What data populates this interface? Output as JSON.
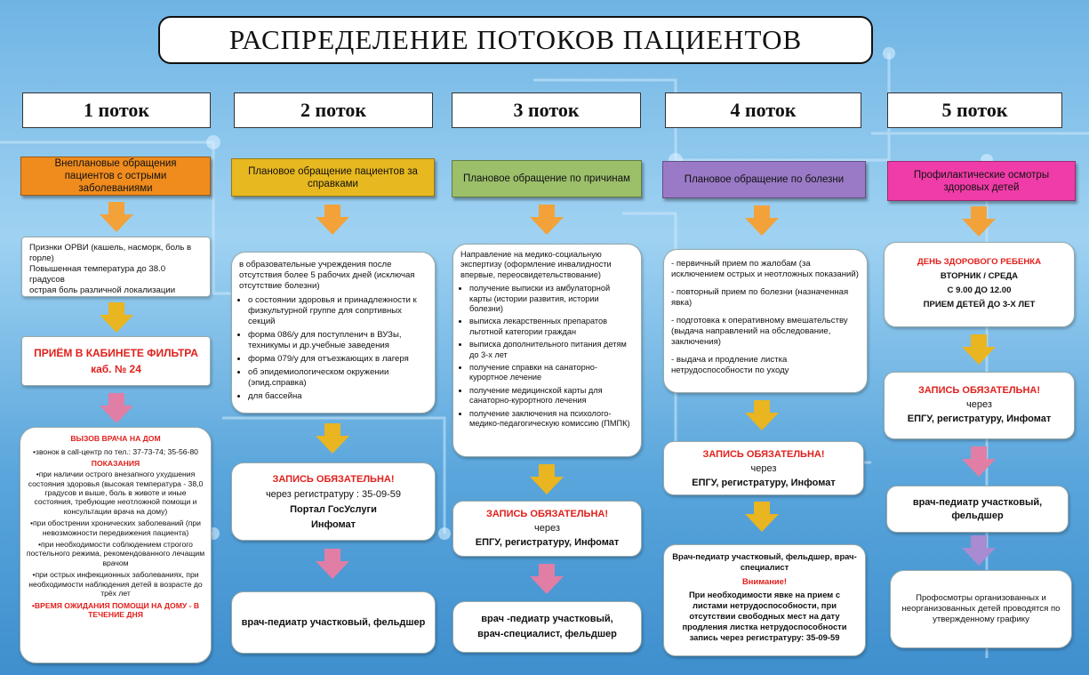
{
  "title": "РАСПРЕДЕЛЕНИЕ ПОТОКОВ ПАЦИЕНТОВ",
  "flows": [
    {
      "label": "1 поток",
      "category": "Внеплановые обращения пациентов с острыми заболеваниями",
      "color": "#f08c1e",
      "symptoms": [
        "Признки ОРВИ (кашель, насморк, боль в горле)",
        "Повышенная температура до 38.0 градусов",
        "острая боль различной локализации"
      ],
      "filter": {
        "line1": "ПРИЁМ В КАБИНЕТЕ ФИЛЬТРА",
        "line2": "каб. № 24"
      },
      "home_call": {
        "title": "ВЫЗОВ ВРАЧА НА ДОМ",
        "phone": "•звонок в call-центр по тел.: 37-73-74; 35-56-80",
        "indications_title": "ПОКАЗАНИЯ",
        "items": [
          "•при наличии острого внезапного ухудшения состояния здоровья (высокая температура - 38,0 градусов и выше, боль в животе и иные состояния, требующие неотложной помощи и консультации врача на дому)",
          "•при обострении хронических заболеваний (при невозможности передвижения пациента)",
          "•при необходимости соблюдением строгого постельного режима, рекомендованного лечащим врачом",
          "•при острых инфекционных заболеваниях, при необходимости наблюдения детей в возрасте до трёх лет"
        ],
        "wait": "•ВРЕМЯ ОЖИДАНИЯ ПОМОЩИ НА ДОМУ - В ТЕЧЕНИЕ ДНЯ"
      }
    },
    {
      "label": "2 поток",
      "category": "Плановое обращение пациентов за справками",
      "color": "#e8b820",
      "intro": "в образовательные учреждения после отсутствия более 5 рабочих дней (исключая отсутствие болезни)",
      "items": [
        "о состоянии здоровья и принадлежности к физкультурной группе для сопртивных секций",
        "форма 086/у для поступленич в ВУЗы, техникумы и др.учебные заведения",
        "форма 079/у для отъезжающих в лагеря",
        "об эпидемиологическом окружении (эпид.справка)",
        "для бассейна"
      ],
      "record": {
        "title": "ЗАПИСЬ ОБЯЗАТЕЛЬНА!",
        "line1": "через регистратуру : 35-09-59",
        "line2": "Портал ГосУслуги",
        "line3": "Инфомат"
      },
      "doctor": "врач-педиатр участковый, фельдшер"
    },
    {
      "label": "3 поток",
      "category": "Плановое обращение по причинам",
      "color": "#9cbf6a",
      "intro": "Направление на медико-социальную экспертизу (оформление инвалидности впервые, переосвидетельствование)",
      "items": [
        "получение выписки из амбулаторной карты (истории развития, истории болезни)",
        "выписка лекарственных препаратов льготной категории граждан",
        "выписка дополнительного питания детям до 3-х лет",
        "получение справки на санаторно-курортное лечение",
        "получение медицинской карты для санаторно-курортного лечения",
        "получение заключения на психолого-медико-педагогическую комиссию (ПМПК)"
      ],
      "record": {
        "title": "ЗАПИСЬ ОБЯЗАТЕЛЬНА!",
        "line1": "через",
        "line2": "ЕПГУ, регистратуру, Инфомат"
      },
      "doctor": {
        "line1": "врач -педиатр участковый,",
        "line2": "врач-специалист, фельдшер"
      }
    },
    {
      "label": "4 поток",
      "category": "Плановое обращение по болезни",
      "color": "#9a7ac6",
      "items": [
        "- первичный прием по жалобам (за исключением острых и неотложных показаний)",
        "- повторный прием по болезни (назначенная явка)",
        "- подготовка к оперативному вмешательству (выдача направлений на обследование, заключения)",
        "- выдача и продление листка нетрудоспособности по уходу"
      ],
      "record": {
        "title": "ЗАПИСЬ ОБЯЗАТЕЛЬНА!",
        "line1": "через",
        "line2": "ЕПГУ, регистратуру, Инфомат"
      },
      "doctor": {
        "line1": "Врач-педиатр участковый, фельдшер, врач-специалист",
        "attention": "Внимание!",
        "note": "При необходимости явке на прием с листами нетрудоспособности, при отсутствии свободных мест на дату продления листка нетрудоспособности запись через регистратуру: 35-09-59"
      }
    },
    {
      "label": "5 поток",
      "category": "Профилактические осмотры здоровых детей",
      "color": "#f03ca8",
      "day": {
        "title": "ДЕНЬ ЗДОРОВОГО РЕБЕНКА",
        "line1": "ВТОРНИК / СРЕДА",
        "line2": "С 9.00 ДО 12.00",
        "line3": "ПРИЕМ ДЕТЕЙ ДО 3-Х ЛЕТ"
      },
      "record": {
        "title": "ЗАПИСЬ ОБЯЗАТЕЛЬНА!",
        "line1": "через",
        "line2": "ЕПГУ, регистратуру, Инфомат"
      },
      "doctor": "врач-педиатр участковый, фельдшер",
      "note": "Профосмотры организованных и неорганизованных детей проводятся по утвержденному графику"
    }
  ],
  "arrow_colors": {
    "orange": "#f3a23a",
    "yellow": "#e9b520",
    "pink": "#e07ea6",
    "purple": "#a88bd0"
  }
}
